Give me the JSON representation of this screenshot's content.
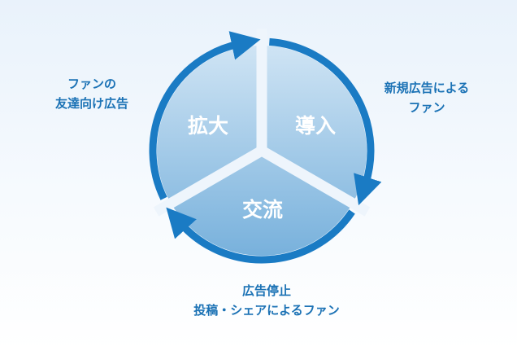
{
  "colors": {
    "ring": "#1a7bc4",
    "fill_top": "#cfe4f4",
    "fill_bottom": "#78b1dc",
    "label": "#1b72b5"
  },
  "segments": [
    {
      "name": "導入"
    },
    {
      "name": "交流"
    },
    {
      "name": "拡大"
    }
  ],
  "labels": {
    "intro": [
      "新規広告による",
      "ファン"
    ],
    "exchange": [
      "広告停止",
      "投稿・シェアによるファン"
    ],
    "expand": [
      "ファンの",
      "友達向け広告"
    ]
  }
}
